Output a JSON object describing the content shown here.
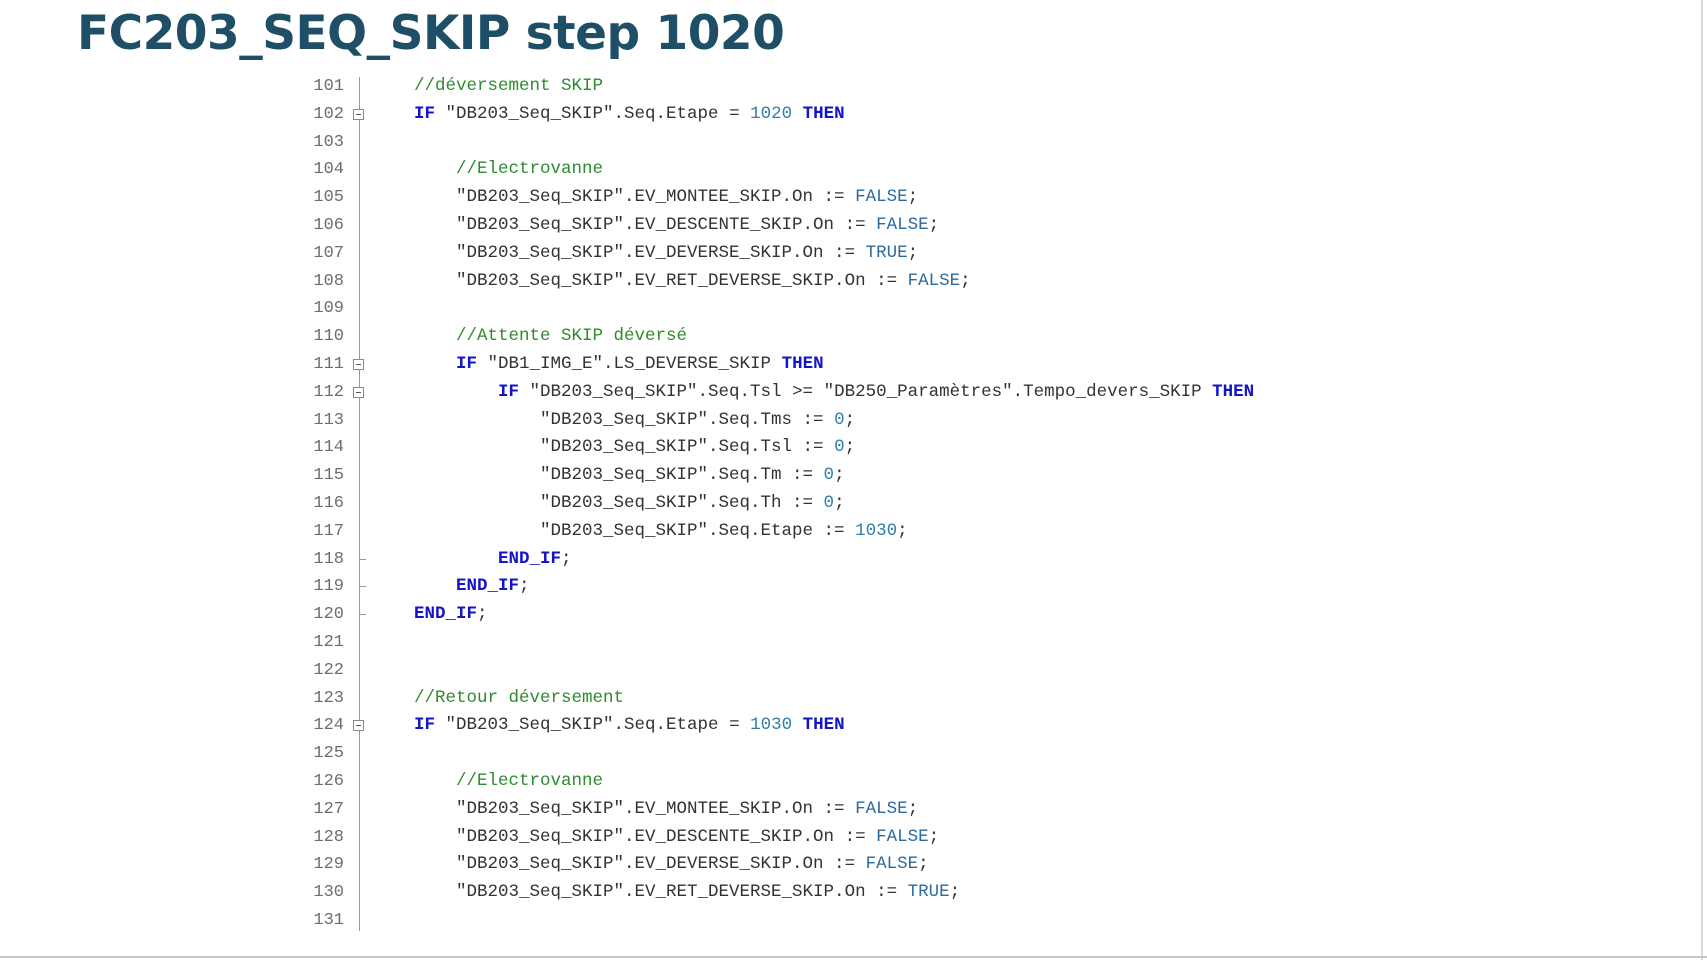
{
  "slide": {
    "title": "FC203_SEQ_SKIP step 1020"
  },
  "editor": {
    "colors": {
      "keyword": "#1414c8",
      "comment": "#2e8b2e",
      "number": "#2d7ea8",
      "boolean": "#2d6a9e",
      "text": "#333333",
      "line_number": "#6d6d6d"
    },
    "lines": [
      {
        "n": "101",
        "indent": 0,
        "fold": "",
        "tokens": [
          {
            "t": "cmt",
            "v": "//déversement SKIP"
          }
        ]
      },
      {
        "n": "102",
        "indent": 0,
        "fold": "start",
        "tokens": [
          {
            "t": "kw",
            "v": "IF"
          },
          {
            "t": "tag",
            "v": " \"DB203_Seq_SKIP\".Seq.Etape = "
          },
          {
            "t": "num",
            "v": "1020"
          },
          {
            "t": "kw",
            "v": " THEN"
          }
        ]
      },
      {
        "n": "103",
        "indent": 0,
        "fold": "",
        "tokens": []
      },
      {
        "n": "104",
        "indent": 1,
        "fold": "",
        "tokens": [
          {
            "t": "cmt",
            "v": "//Electrovanne"
          }
        ]
      },
      {
        "n": "105",
        "indent": 1,
        "fold": "",
        "tokens": [
          {
            "t": "tag",
            "v": "\"DB203_Seq_SKIP\".EV_MONTEE_SKIP.On := "
          },
          {
            "t": "bool",
            "v": "FALSE"
          },
          {
            "t": "op",
            "v": ";"
          }
        ]
      },
      {
        "n": "106",
        "indent": 1,
        "fold": "",
        "tokens": [
          {
            "t": "tag",
            "v": "\"DB203_Seq_SKIP\".EV_DESCENTE_SKIP.On := "
          },
          {
            "t": "bool",
            "v": "FALSE"
          },
          {
            "t": "op",
            "v": ";"
          }
        ]
      },
      {
        "n": "107",
        "indent": 1,
        "fold": "",
        "tokens": [
          {
            "t": "tag",
            "v": "\"DB203_Seq_SKIP\".EV_DEVERSE_SKIP.On := "
          },
          {
            "t": "bool",
            "v": "TRUE"
          },
          {
            "t": "op",
            "v": ";"
          }
        ]
      },
      {
        "n": "108",
        "indent": 1,
        "fold": "",
        "tokens": [
          {
            "t": "tag",
            "v": "\"DB203_Seq_SKIP\".EV_RET_DEVERSE_SKIP.On := "
          },
          {
            "t": "bool",
            "v": "FALSE"
          },
          {
            "t": "op",
            "v": ";"
          }
        ]
      },
      {
        "n": "109",
        "indent": 0,
        "fold": "",
        "tokens": []
      },
      {
        "n": "110",
        "indent": 1,
        "fold": "",
        "tokens": [
          {
            "t": "cmt",
            "v": "//Attente SKIP déversé"
          }
        ]
      },
      {
        "n": "111",
        "indent": 1,
        "fold": "start",
        "tokens": [
          {
            "t": "kw",
            "v": "IF"
          },
          {
            "t": "tag",
            "v": " \"DB1_IMG_E\".LS_DEVERSE_SKIP"
          },
          {
            "t": "kw",
            "v": " THEN"
          }
        ]
      },
      {
        "n": "112",
        "indent": 2,
        "fold": "start",
        "tokens": [
          {
            "t": "kw",
            "v": "IF"
          },
          {
            "t": "tag",
            "v": " \"DB203_Seq_SKIP\".Seq.Tsl >= \"DB250_Paramètres\".Tempo_devers_SKIP"
          },
          {
            "t": "kw",
            "v": " THEN"
          }
        ]
      },
      {
        "n": "113",
        "indent": 3,
        "fold": "",
        "tokens": [
          {
            "t": "tag",
            "v": "\"DB203_Seq_SKIP\".Seq.Tms := "
          },
          {
            "t": "num",
            "v": "0"
          },
          {
            "t": "op",
            "v": ";"
          }
        ]
      },
      {
        "n": "114",
        "indent": 3,
        "fold": "",
        "tokens": [
          {
            "t": "tag",
            "v": "\"DB203_Seq_SKIP\".Seq.Tsl := "
          },
          {
            "t": "num",
            "v": "0"
          },
          {
            "t": "op",
            "v": ";"
          }
        ]
      },
      {
        "n": "115",
        "indent": 3,
        "fold": "",
        "tokens": [
          {
            "t": "tag",
            "v": "\"DB203_Seq_SKIP\".Seq.Tm := "
          },
          {
            "t": "num",
            "v": "0"
          },
          {
            "t": "op",
            "v": ";"
          }
        ]
      },
      {
        "n": "116",
        "indent": 3,
        "fold": "",
        "tokens": [
          {
            "t": "tag",
            "v": "\"DB203_Seq_SKIP\".Seq.Th := "
          },
          {
            "t": "num",
            "v": "0"
          },
          {
            "t": "op",
            "v": ";"
          }
        ]
      },
      {
        "n": "117",
        "indent": 3,
        "fold": "",
        "tokens": [
          {
            "t": "tag",
            "v": "\"DB203_Seq_SKIP\".Seq.Etape := "
          },
          {
            "t": "num",
            "v": "1030"
          },
          {
            "t": "op",
            "v": ";"
          }
        ]
      },
      {
        "n": "118",
        "indent": 2,
        "fold": "end",
        "tokens": [
          {
            "t": "kw",
            "v": "END_IF"
          },
          {
            "t": "op",
            "v": ";"
          }
        ]
      },
      {
        "n": "119",
        "indent": 1,
        "fold": "end",
        "tokens": [
          {
            "t": "kw",
            "v": "END_IF"
          },
          {
            "t": "op",
            "v": ";"
          }
        ]
      },
      {
        "n": "120",
        "indent": 0,
        "fold": "end",
        "tokens": [
          {
            "t": "kw",
            "v": "END_IF"
          },
          {
            "t": "op",
            "v": ";"
          }
        ]
      },
      {
        "n": "121",
        "indent": 0,
        "fold": "",
        "tokens": []
      },
      {
        "n": "122",
        "indent": 0,
        "fold": "",
        "tokens": []
      },
      {
        "n": "123",
        "indent": 0,
        "fold": "",
        "tokens": [
          {
            "t": "cmt",
            "v": "//Retour déversement"
          }
        ]
      },
      {
        "n": "124",
        "indent": 0,
        "fold": "start",
        "tokens": [
          {
            "t": "kw",
            "v": "IF"
          },
          {
            "t": "tag",
            "v": " \"DB203_Seq_SKIP\".Seq.Etape = "
          },
          {
            "t": "num",
            "v": "1030"
          },
          {
            "t": "kw",
            "v": " THEN"
          }
        ]
      },
      {
        "n": "125",
        "indent": 0,
        "fold": "",
        "tokens": []
      },
      {
        "n": "126",
        "indent": 1,
        "fold": "",
        "tokens": [
          {
            "t": "cmt",
            "v": "//Electrovanne"
          }
        ]
      },
      {
        "n": "127",
        "indent": 1,
        "fold": "",
        "tokens": [
          {
            "t": "tag",
            "v": "\"DB203_Seq_SKIP\".EV_MONTEE_SKIP.On := "
          },
          {
            "t": "bool",
            "v": "FALSE"
          },
          {
            "t": "op",
            "v": ";"
          }
        ]
      },
      {
        "n": "128",
        "indent": 1,
        "fold": "",
        "tokens": [
          {
            "t": "tag",
            "v": "\"DB203_Seq_SKIP\".EV_DESCENTE_SKIP.On := "
          },
          {
            "t": "bool",
            "v": "FALSE"
          },
          {
            "t": "op",
            "v": ";"
          }
        ]
      },
      {
        "n": "129",
        "indent": 1,
        "fold": "",
        "tokens": [
          {
            "t": "tag",
            "v": "\"DB203_Seq_SKIP\".EV_DEVERSE_SKIP.On := "
          },
          {
            "t": "bool",
            "v": "FALSE"
          },
          {
            "t": "op",
            "v": ";"
          }
        ]
      },
      {
        "n": "130",
        "indent": 1,
        "fold": "",
        "tokens": [
          {
            "t": "tag",
            "v": "\"DB203_Seq_SKIP\".EV_RET_DEVERSE_SKIP.On := "
          },
          {
            "t": "bool",
            "v": "TRUE"
          },
          {
            "t": "op",
            "v": ";"
          }
        ]
      },
      {
        "n": "131",
        "indent": 0,
        "fold": "",
        "tokens": []
      }
    ]
  }
}
